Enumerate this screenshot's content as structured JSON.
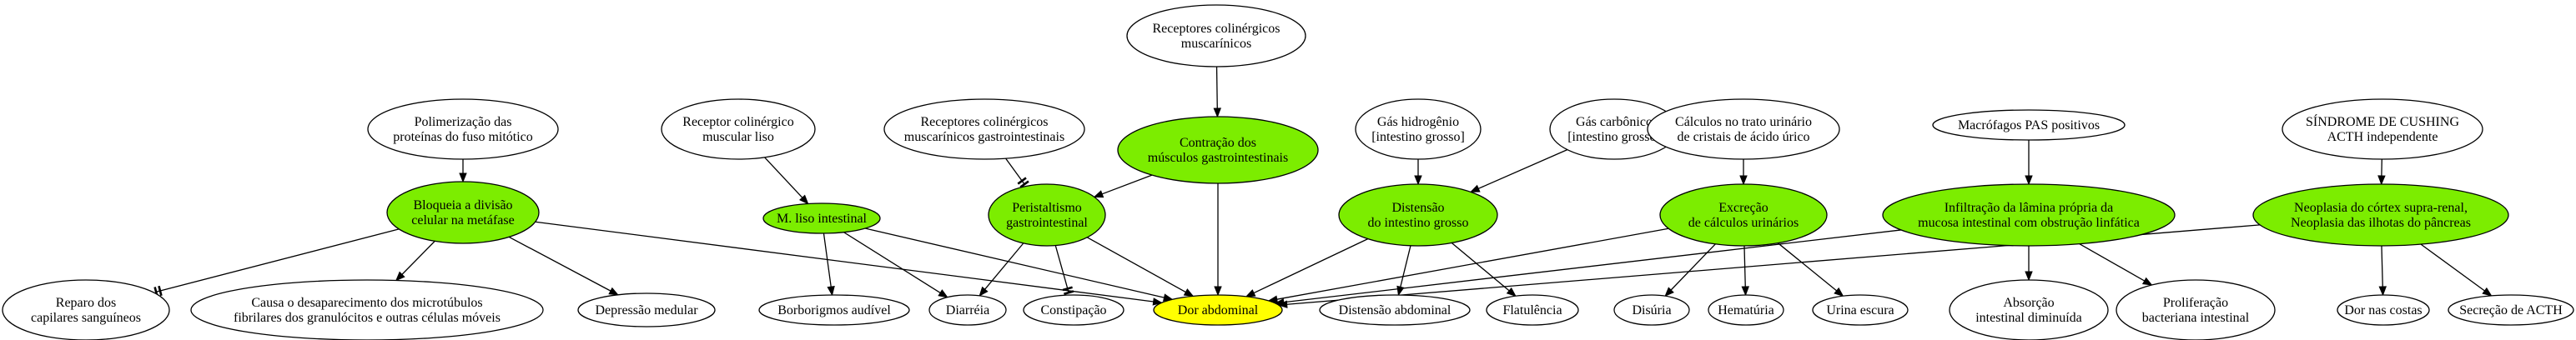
{
  "colors": {
    "node_default": "#ffffff",
    "node_process": "#7ced00",
    "node_focus": "#ffff00",
    "stroke": "#000000",
    "text": "#000000"
  },
  "nodes": [
    {
      "id": "dor",
      "lines": [
        "Dor abdominal"
      ],
      "kind": "focus"
    },
    {
      "id": "bloqueia",
      "lines": [
        "Bloqueia a divisão",
        "celular na metáfase"
      ],
      "kind": "process"
    },
    {
      "id": "polimerizacao",
      "lines": [
        "Polimerização das",
        "proteínas do fuso mitótico"
      ],
      "kind": "default"
    },
    {
      "id": "reparo",
      "lines": [
        "Reparo dos",
        "capilares sanguíneos"
      ],
      "kind": "default"
    },
    {
      "id": "causa",
      "lines": [
        "Causa o desaparecimento dos microtúbulos",
        "fibrilares dos granulócitos e outras células móveis"
      ],
      "kind": "default"
    },
    {
      "id": "depressao",
      "lines": [
        "Depressão medular"
      ],
      "kind": "default"
    },
    {
      "id": "mliso",
      "lines": [
        "M. liso intestinal"
      ],
      "kind": "process"
    },
    {
      "id": "receptorliso",
      "lines": [
        "Receptor colinérgico",
        "muscular liso"
      ],
      "kind": "default"
    },
    {
      "id": "borborigmos",
      "lines": [
        "Borborigmos audível"
      ],
      "kind": "default"
    },
    {
      "id": "diarreia",
      "lines": [
        "Diarréia"
      ],
      "kind": "default"
    },
    {
      "id": "peristaltismo",
      "lines": [
        "Peristaltismo",
        "gastrointestinal"
      ],
      "kind": "process"
    },
    {
      "id": "receptoresgi",
      "lines": [
        "Receptores colinérgicos",
        "muscarínicos gastrointestinais"
      ],
      "kind": "default"
    },
    {
      "id": "constipacao",
      "lines": [
        "Constipação"
      ],
      "kind": "default"
    },
    {
      "id": "contracao",
      "lines": [
        "Contração dos",
        "músculos gastrointestinais"
      ],
      "kind": "process"
    },
    {
      "id": "receptoresm",
      "lines": [
        "Receptores colinérgicos",
        "muscarínicos"
      ],
      "kind": "default"
    },
    {
      "id": "distensaoig",
      "lines": [
        "Distensão",
        "do intestino grosso"
      ],
      "kind": "process"
    },
    {
      "id": "gashidro",
      "lines": [
        "Gás hidrogênio",
        "[intestino grosso]"
      ],
      "kind": "default"
    },
    {
      "id": "gascarb",
      "lines": [
        "Gás carbônico",
        "[intestino grosso]"
      ],
      "kind": "default"
    },
    {
      "id": "distabd",
      "lines": [
        "Distensão abdominal"
      ],
      "kind": "default"
    },
    {
      "id": "flatulencia",
      "lines": [
        "Flatulência"
      ],
      "kind": "default"
    },
    {
      "id": "excrecao",
      "lines": [
        "Excreção",
        "de cálculos urinários"
      ],
      "kind": "process"
    },
    {
      "id": "calculos",
      "lines": [
        "Cálculos no trato urinário",
        "de cristais de ácido úrico"
      ],
      "kind": "default"
    },
    {
      "id": "disuria",
      "lines": [
        "Disúria"
      ],
      "kind": "default"
    },
    {
      "id": "hematuria",
      "lines": [
        "Hematúria"
      ],
      "kind": "default"
    },
    {
      "id": "urina",
      "lines": [
        "Urina escura"
      ],
      "kind": "default"
    },
    {
      "id": "infiltracao",
      "lines": [
        "Infiltração da lâmina própria da",
        "mucosa intestinal com obstrução linfática"
      ],
      "kind": "process"
    },
    {
      "id": "macrofagos",
      "lines": [
        "Macrófagos PAS positivos"
      ],
      "kind": "default"
    },
    {
      "id": "absorcao",
      "lines": [
        "Absorção",
        "intestinal diminuída"
      ],
      "kind": "default"
    },
    {
      "id": "proliferacao",
      "lines": [
        "Proliferação",
        "bacteriana intestinal"
      ],
      "kind": "default"
    },
    {
      "id": "neoplasia",
      "lines": [
        "Neoplasia do córtex supra-renal,",
        "Neoplasia das ilhotas do pâncreas"
      ],
      "kind": "process"
    },
    {
      "id": "cushing",
      "lines": [
        "SÍNDROME DE CUSHING",
        "ACTH independente"
      ],
      "kind": "default"
    },
    {
      "id": "dorcostas",
      "lines": [
        "Dor nas costas"
      ],
      "kind": "default"
    },
    {
      "id": "secrecao",
      "lines": [
        "Secreção de ACTH"
      ],
      "kind": "default"
    }
  ],
  "edges": [
    {
      "from": "polimerizacao",
      "to": "bloqueia",
      "type": "arrow"
    },
    {
      "from": "bloqueia",
      "to": "reparo",
      "type": "tee"
    },
    {
      "from": "bloqueia",
      "to": "causa",
      "type": "arrow"
    },
    {
      "from": "bloqueia",
      "to": "depressao",
      "type": "arrow"
    },
    {
      "from": "bloqueia",
      "to": "dor",
      "type": "arrow"
    },
    {
      "from": "receptorliso",
      "to": "mliso",
      "type": "arrow"
    },
    {
      "from": "mliso",
      "to": "borborigmos",
      "type": "arrow"
    },
    {
      "from": "mliso",
      "to": "diarreia",
      "type": "arrow"
    },
    {
      "from": "mliso",
      "to": "dor",
      "type": "arrow"
    },
    {
      "from": "receptoresgi",
      "to": "peristaltismo",
      "type": "double-tee"
    },
    {
      "from": "contracao",
      "to": "peristaltismo",
      "type": "arrow"
    },
    {
      "from": "peristaltismo",
      "to": "diarreia",
      "type": "arrow"
    },
    {
      "from": "peristaltismo",
      "to": "constipacao",
      "type": "tee"
    },
    {
      "from": "peristaltismo",
      "to": "dor",
      "type": "arrow"
    },
    {
      "from": "receptoresm",
      "to": "contracao",
      "type": "arrow"
    },
    {
      "from": "contracao",
      "to": "dor",
      "type": "arrow"
    },
    {
      "from": "gashidro",
      "to": "distensaoig",
      "type": "arrow"
    },
    {
      "from": "gascarb",
      "to": "distensaoig",
      "type": "arrow"
    },
    {
      "from": "distensaoig",
      "to": "distabd",
      "type": "arrow"
    },
    {
      "from": "distensaoig",
      "to": "flatulencia",
      "type": "arrow"
    },
    {
      "from": "distensaoig",
      "to": "dor",
      "type": "arrow"
    },
    {
      "from": "calculos",
      "to": "excrecao",
      "type": "arrow"
    },
    {
      "from": "excrecao",
      "to": "disuria",
      "type": "arrow"
    },
    {
      "from": "excrecao",
      "to": "hematuria",
      "type": "arrow"
    },
    {
      "from": "excrecao",
      "to": "urina",
      "type": "arrow"
    },
    {
      "from": "excrecao",
      "to": "dor",
      "type": "arrow"
    },
    {
      "from": "macrofagos",
      "to": "infiltracao",
      "type": "arrow"
    },
    {
      "from": "infiltracao",
      "to": "absorcao",
      "type": "arrow"
    },
    {
      "from": "infiltracao",
      "to": "proliferacao",
      "type": "arrow"
    },
    {
      "from": "infiltracao",
      "to": "dor",
      "type": "arrow"
    },
    {
      "from": "cushing",
      "to": "neoplasia",
      "type": "arrow"
    },
    {
      "from": "neoplasia",
      "to": "dorcostas",
      "type": "arrow"
    },
    {
      "from": "neoplasia",
      "to": "secrecao",
      "type": "arrow"
    },
    {
      "from": "neoplasia",
      "to": "dor",
      "type": "arrow"
    }
  ]
}
